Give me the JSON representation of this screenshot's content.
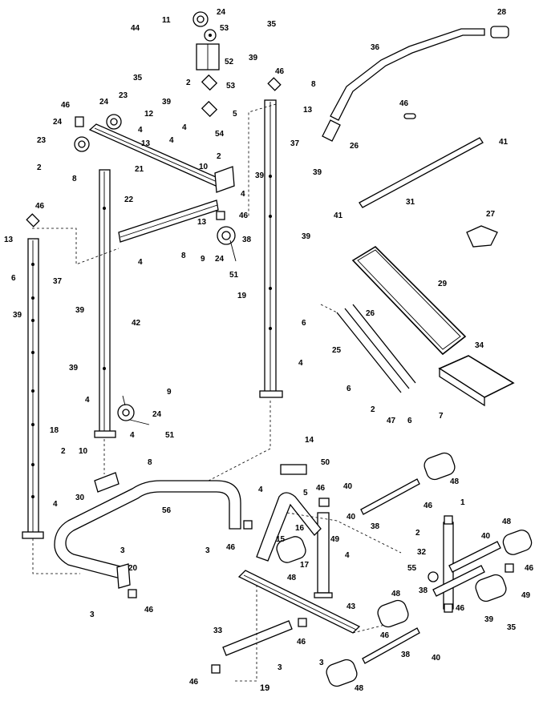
{
  "page_number": "19",
  "callouts": [
    "1",
    "2",
    "3",
    "4",
    "5",
    "6",
    "7",
    "8",
    "9",
    "10",
    "11",
    "12",
    "13",
    "14",
    "15",
    "16",
    "17",
    "18",
    "19",
    "20",
    "21",
    "22",
    "23",
    "24",
    "25",
    "26",
    "27",
    "28",
    "29",
    "30",
    "31",
    "32",
    "33",
    "34",
    "35",
    "36",
    "37",
    "38",
    "39",
    "40",
    "41",
    "42",
    "43",
    "46",
    "47",
    "48",
    "49",
    "50",
    "51",
    "52",
    "53",
    "54",
    "55",
    "56"
  ]
}
